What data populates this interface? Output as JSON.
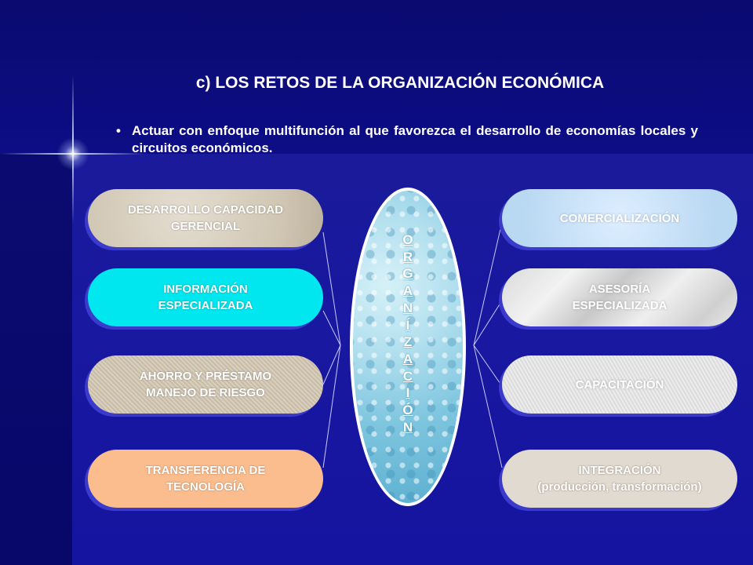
{
  "title": "c) LOS RETOS DE LA ORGANIZACIÓN ECONÓMICA",
  "bullet": {
    "symbol": "•",
    "text": "Actuar con enfoque multifunción al que favorezca el desarrollo de economías locales y circuitos económicos."
  },
  "left_boxes": [
    {
      "line1": "DESARROLLO CAPACIDAD",
      "line2": "GERENCIAL"
    },
    {
      "line1": "INFORMACIÓN",
      "line2": "ESPECIALIZADA"
    },
    {
      "line1": "AHORRO Y PRÉSTAMO",
      "line2": "MANEJO DE RIESGO"
    },
    {
      "line1": "TRANSFERENCIA DE",
      "line2": "TECNOLOGÍA"
    }
  ],
  "right_boxes": [
    {
      "line1": "COMERCIALIZACIÓN",
      "line2": ""
    },
    {
      "line1": "ASESORÍA",
      "line2": "ESPECIALIZADA"
    },
    {
      "line1": "CAPACITACIÓN",
      "line2": ""
    },
    {
      "line1": "INTEGRACIÓN",
      "line2": "(producción, transformación)"
    }
  ],
  "center_letters": [
    "O",
    "R",
    "G",
    "A",
    "N",
    "Í",
    "Z",
    "A",
    "C",
    "I",
    "Ó",
    "N"
  ],
  "colors": {
    "background": "#0a0a78",
    "accent_blue": "#1818a0",
    "box_cyan": "#00e7ef",
    "box_peach": "#fbbd8e"
  }
}
